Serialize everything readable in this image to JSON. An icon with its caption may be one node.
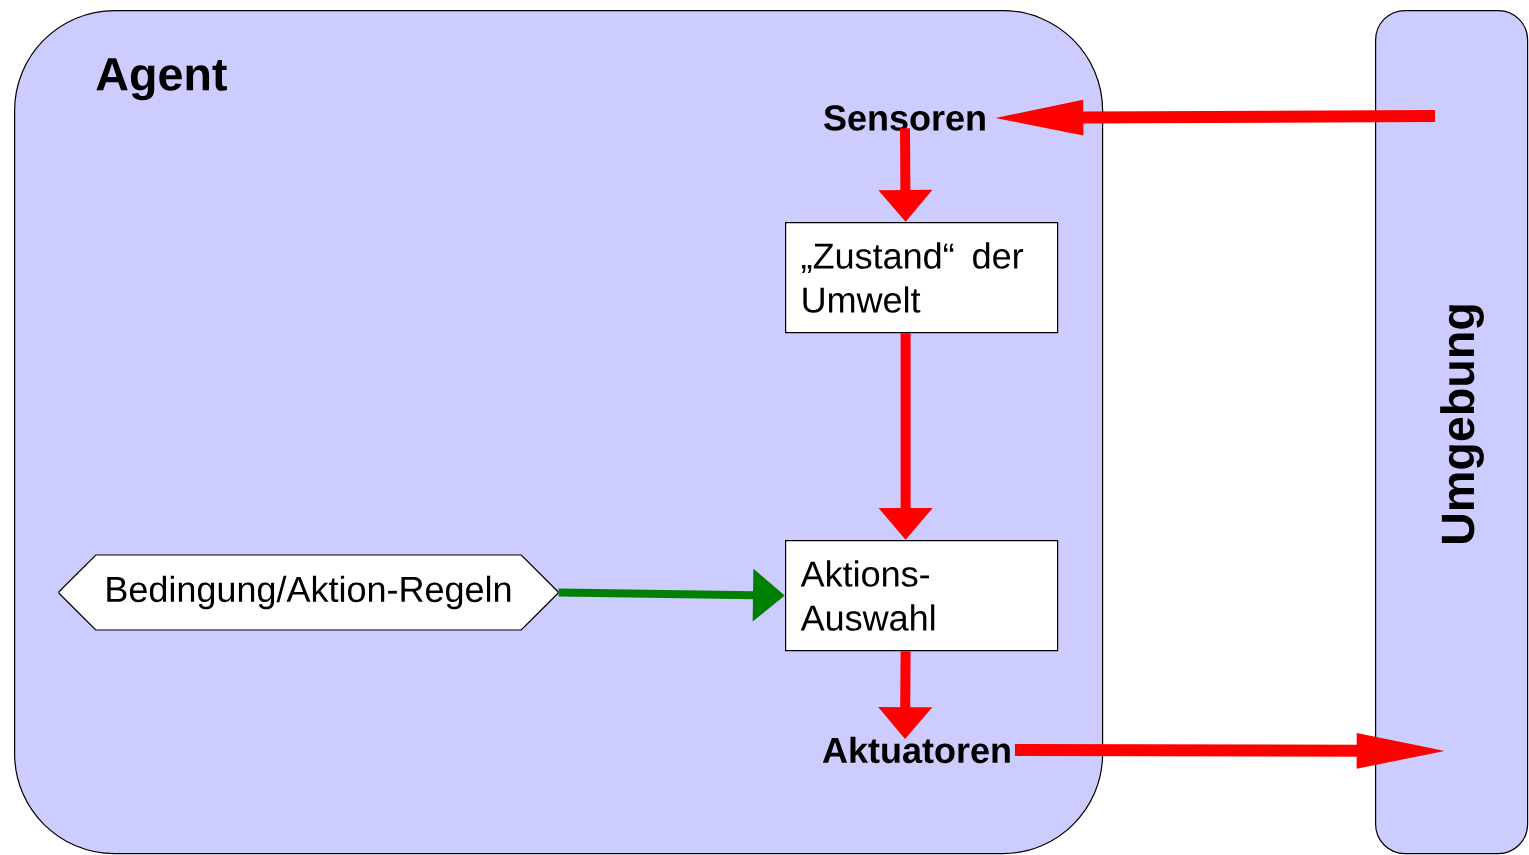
{
  "diagram": {
    "nodes": [
      {
        "text": [
          "Agent"
        ]
      },
      {
        "text": [
          "Umgebung"
        ]
      },
      {
        "text": [
          "Sensoren"
        ],
        "in": 0
      },
      {
        "text": [
          "„Zustand“ der Umwelt"
        ],
        "in": 0
      },
      {
        "text": [
          "Bedingung/Aktion-Regeln"
        ],
        "in": 0
      },
      {
        "text": [
          "Aktions- Auswahl"
        ],
        "in": 0
      },
      {
        "text": [
          "Aktuatoren"
        ],
        "in": 0
      }
    ],
    "edges": [
      {
        "from": 1,
        "to": 2,
        "arrow": "to"
      },
      {
        "from": 2,
        "to": 3,
        "arrow": "to"
      },
      {
        "from": 3,
        "to": 5,
        "arrow": "to"
      },
      {
        "from": 4,
        "to": 5,
        "arrow": "to",
        "color": "#008000"
      },
      {
        "from": 5,
        "to": 6,
        "arrow": "to"
      },
      {
        "from": 6,
        "to": 1,
        "arrow": "to"
      }
    ]
  }
}
